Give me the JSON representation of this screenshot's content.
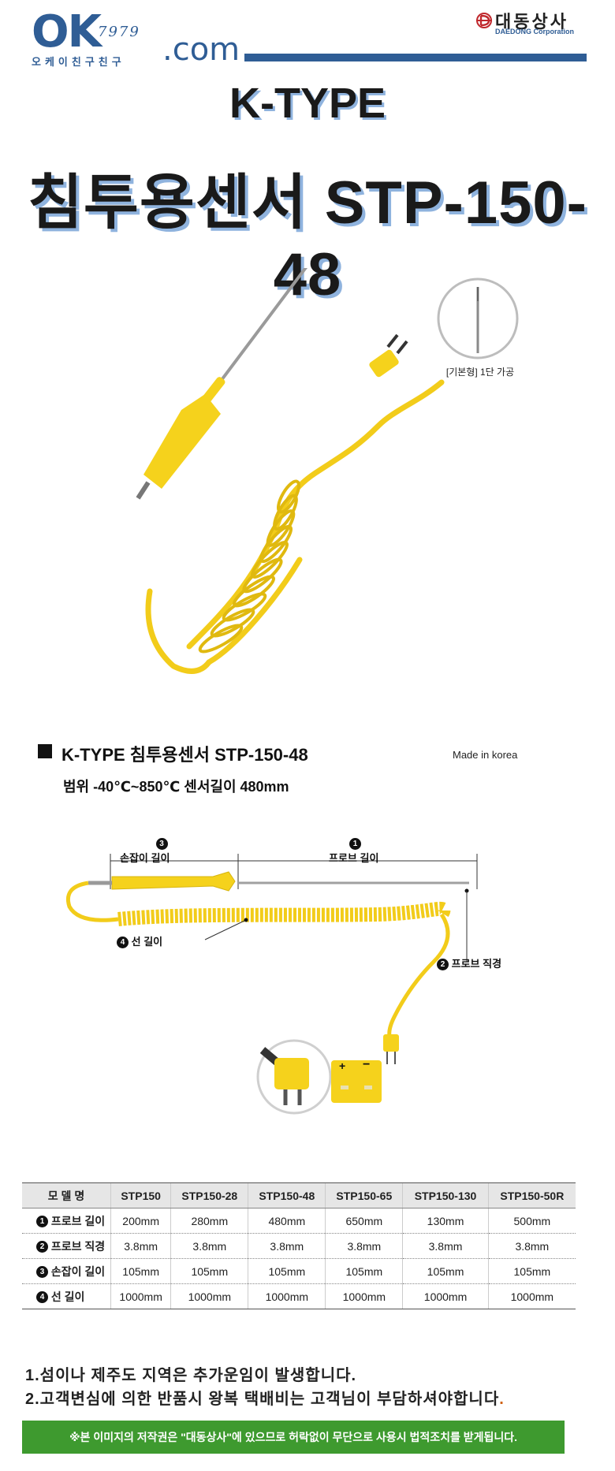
{
  "header": {
    "logo_main": "OK",
    "logo_number": "7979",
    "logo_domain": ".com",
    "logo_subtitle": "오케이친구친구",
    "company_name": "대동상사",
    "company_english": "DAEDONG Corporation"
  },
  "title": {
    "line1": "K-TYPE",
    "line2": "침투용센서 STP-150-48"
  },
  "photo": {
    "detail_caption": "[기본형] 1단 가공"
  },
  "spec": {
    "heading": "K-TYPE 침투용센서 STP-150-48",
    "made_in": "Made in korea",
    "range_line": "범위 -40℃~850℃  센서길이 480mm"
  },
  "diagram": {
    "label_probe_length": "프로브 길이",
    "label_handle_length": "손잡이 길이",
    "label_wire_length": "선 길이",
    "label_probe_diameter": "프로브 직경",
    "n1": "1",
    "n2": "2",
    "n3": "3",
    "n4": "4",
    "plus": "+",
    "minus": "−"
  },
  "table": {
    "header_label": "모 델 명",
    "models": [
      "STP150",
      "STP150-28",
      "STP150-48",
      "STP150-65",
      "STP150-130",
      "STP150-50R"
    ],
    "rows": [
      {
        "num": "1",
        "label": "프로브 길이",
        "values": [
          "200mm",
          "280mm",
          "480mm",
          "650mm",
          "130mm",
          "500mm"
        ]
      },
      {
        "num": "2",
        "label": "프로브 직경",
        "values": [
          "3.8mm",
          "3.8mm",
          "3.8mm",
          "3.8mm",
          "3.8mm",
          "3.8mm"
        ]
      },
      {
        "num": "3",
        "label": "손잡이 길이",
        "values": [
          "105mm",
          "105mm",
          "105mm",
          "105mm",
          "105mm",
          "105mm"
        ]
      },
      {
        "num": "4",
        "label": "선 길이",
        "values": [
          "1000mm",
          "1000mm",
          "1000mm",
          "1000mm",
          "1000mm",
          "1000mm"
        ]
      }
    ]
  },
  "notes": {
    "line1": "1.섬이나 제주도 지역은 추가운임이 발생합니다.",
    "line2": "2.고객변심에 의한 반품시 왕복 택배비는  고객님이 부담하셔야합니다",
    "line2_end": ".",
    "copyright": "※본 이미지의 저작권은 \"대동상사\"에 있으므로 허락없이 무단으로 사용시 법적조치를 받게됩니다."
  },
  "colors": {
    "brand_blue": "#2f5d95",
    "title_shadow": "#8fb3de",
    "sensor_yellow": "#f5d21c",
    "footer_green": "#3e9a2f"
  }
}
